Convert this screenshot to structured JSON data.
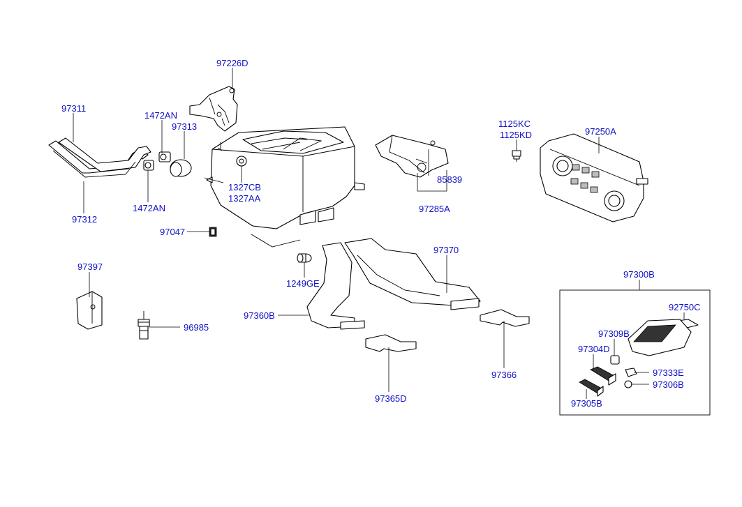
{
  "labels": {
    "p97226D": "97226D",
    "p97311": "97311",
    "p1472AN_top": "1472AN",
    "p97313": "97313",
    "p97312": "97312",
    "p1472AN_bottom": "1472AN",
    "p1327CB": "1327CB",
    "p1327AA": "1327AA",
    "p97047": "97047",
    "p97397": "97397",
    "p96985": "96985",
    "p1249GE": "1249GE",
    "p97360B": "97360B",
    "p97370": "97370",
    "p97365D": "97365D",
    "p97366": "97366",
    "p85839": "85839",
    "p97285A": "97285A",
    "p1125KC": "1125KC",
    "p1125KD": "1125KD",
    "p97250A": "97250A",
    "p97300B": "97300B",
    "p92750C": "92750C",
    "p97309B": "97309B",
    "p97304D": "97304D",
    "p97333E": "97333E",
    "p97306B": "97306B",
    "p97305B": "97305B"
  },
  "colors": {
    "label": "#1010c8",
    "line": "#000000",
    "background": "#ffffff"
  }
}
